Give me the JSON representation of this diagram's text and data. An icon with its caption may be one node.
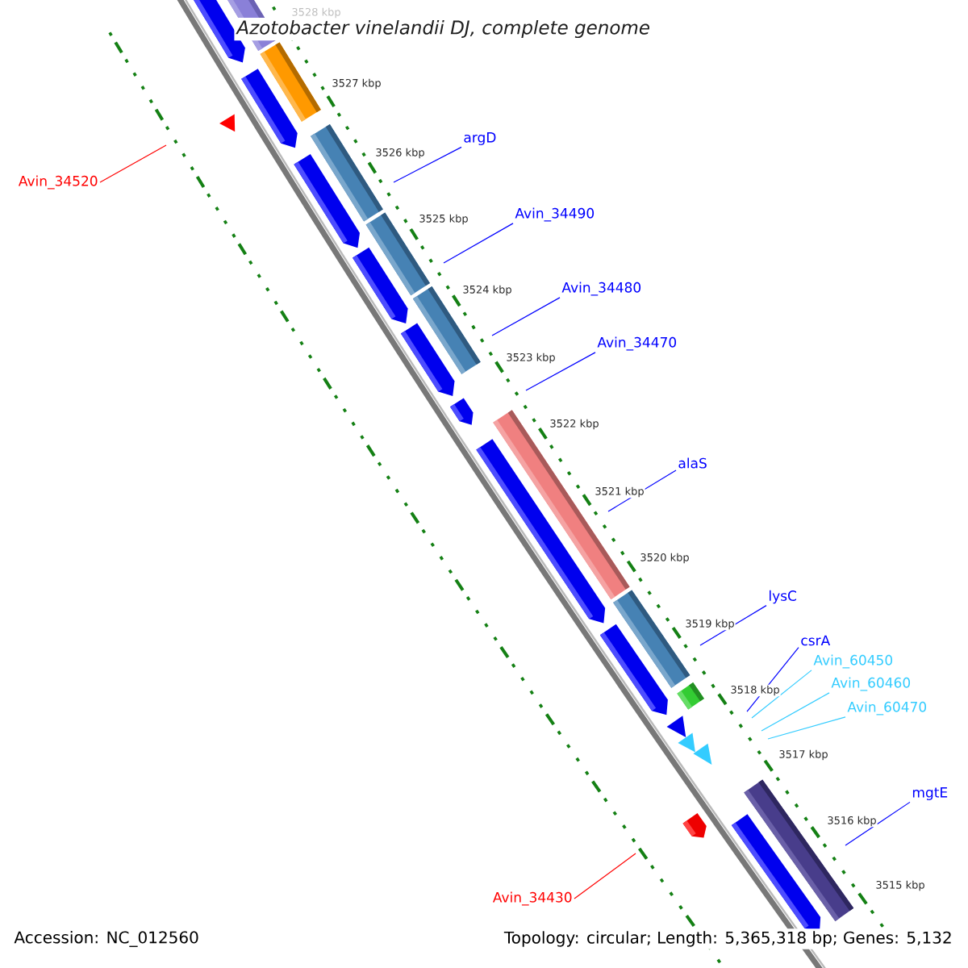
{
  "diagram": {
    "title": "Azotobacter vinelandii DJ, complete genome",
    "nodes": [
      {
        "text": [
          "argD"
        ]
      },
      {
        "text": [
          "Avin_34490"
        ]
      },
      {
        "text": [
          "Avin_34480"
        ]
      },
      {
        "text": [
          "Avin_34470"
        ]
      },
      {
        "text": [
          "alaS"
        ]
      },
      {
        "text": [
          "lysC"
        ]
      },
      {
        "text": [
          "csrA"
        ]
      },
      {
        "text": [
          "Avin_60450"
        ]
      },
      {
        "text": [
          "Avin_60460"
        ]
      },
      {
        "text": [
          "Avin_60470"
        ]
      },
      {
        "text": [
          "mgtE"
        ]
      },
      {
        "text": [
          "Avin_34520"
        ]
      },
      {
        "text": [
          "Avin_34430"
        ]
      }
    ],
    "edges": [
      {
        "from": 0,
        "to": null,
        "arrow": "none"
      },
      {
        "from": 1,
        "to": null,
        "arrow": "none"
      },
      {
        "from": 2,
        "to": null,
        "arrow": "none"
      },
      {
        "from": 3,
        "to": null,
        "arrow": "none"
      },
      {
        "from": 4,
        "to": null,
        "arrow": "none"
      },
      {
        "from": 5,
        "to": null,
        "arrow": "none"
      },
      {
        "from": 6,
        "to": null,
        "arrow": "none"
      },
      {
        "from": 7,
        "to": null,
        "arrow": "none",
        "color": "#33ccff"
      },
      {
        "from": 8,
        "to": null,
        "arrow": "none",
        "color": "#33ccff"
      },
      {
        "from": 9,
        "to": null,
        "arrow": "none",
        "color": "#33ccff"
      },
      {
        "from": 10,
        "to": null,
        "arrow": "none"
      },
      {
        "from": 11,
        "to": null,
        "arrow": "none",
        "color": "#ff0000"
      },
      {
        "from": 12,
        "to": null,
        "arrow": "none",
        "color": "#ff0000"
      }
    ],
    "labels": [
      "3528 kbp",
      "3527 kbp",
      "3526 kbp",
      "3525 kbp",
      "3524 kbp",
      "3523 kbp",
      "3522 kbp",
      "3521 kbp",
      "3520 kbp",
      "3519 kbp",
      "3518 kbp",
      "3517 kbp",
      "3516 kbp",
      "3515 kbp",
      "Accession: NC_012560",
      "Topology: circular; Length: 5,365,318 bp; Genes: 5,132"
    ]
  }
}
